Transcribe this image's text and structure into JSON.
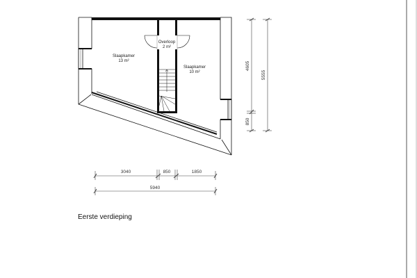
{
  "rooms": [
    {
      "name": "Slaapkamer",
      "area": "13 m²"
    },
    {
      "name": "Overloop",
      "area": "2 m²"
    },
    {
      "name": "Slaapkamer",
      "area": "10 m²"
    }
  ],
  "dimensions": {
    "horizontal": [
      "3040",
      "850",
      "1850"
    ],
    "horizontal_total": "5940",
    "vertical": [
      "4605",
      "850"
    ],
    "vertical_total": "5555"
  },
  "caption": "Eerste verdieping"
}
